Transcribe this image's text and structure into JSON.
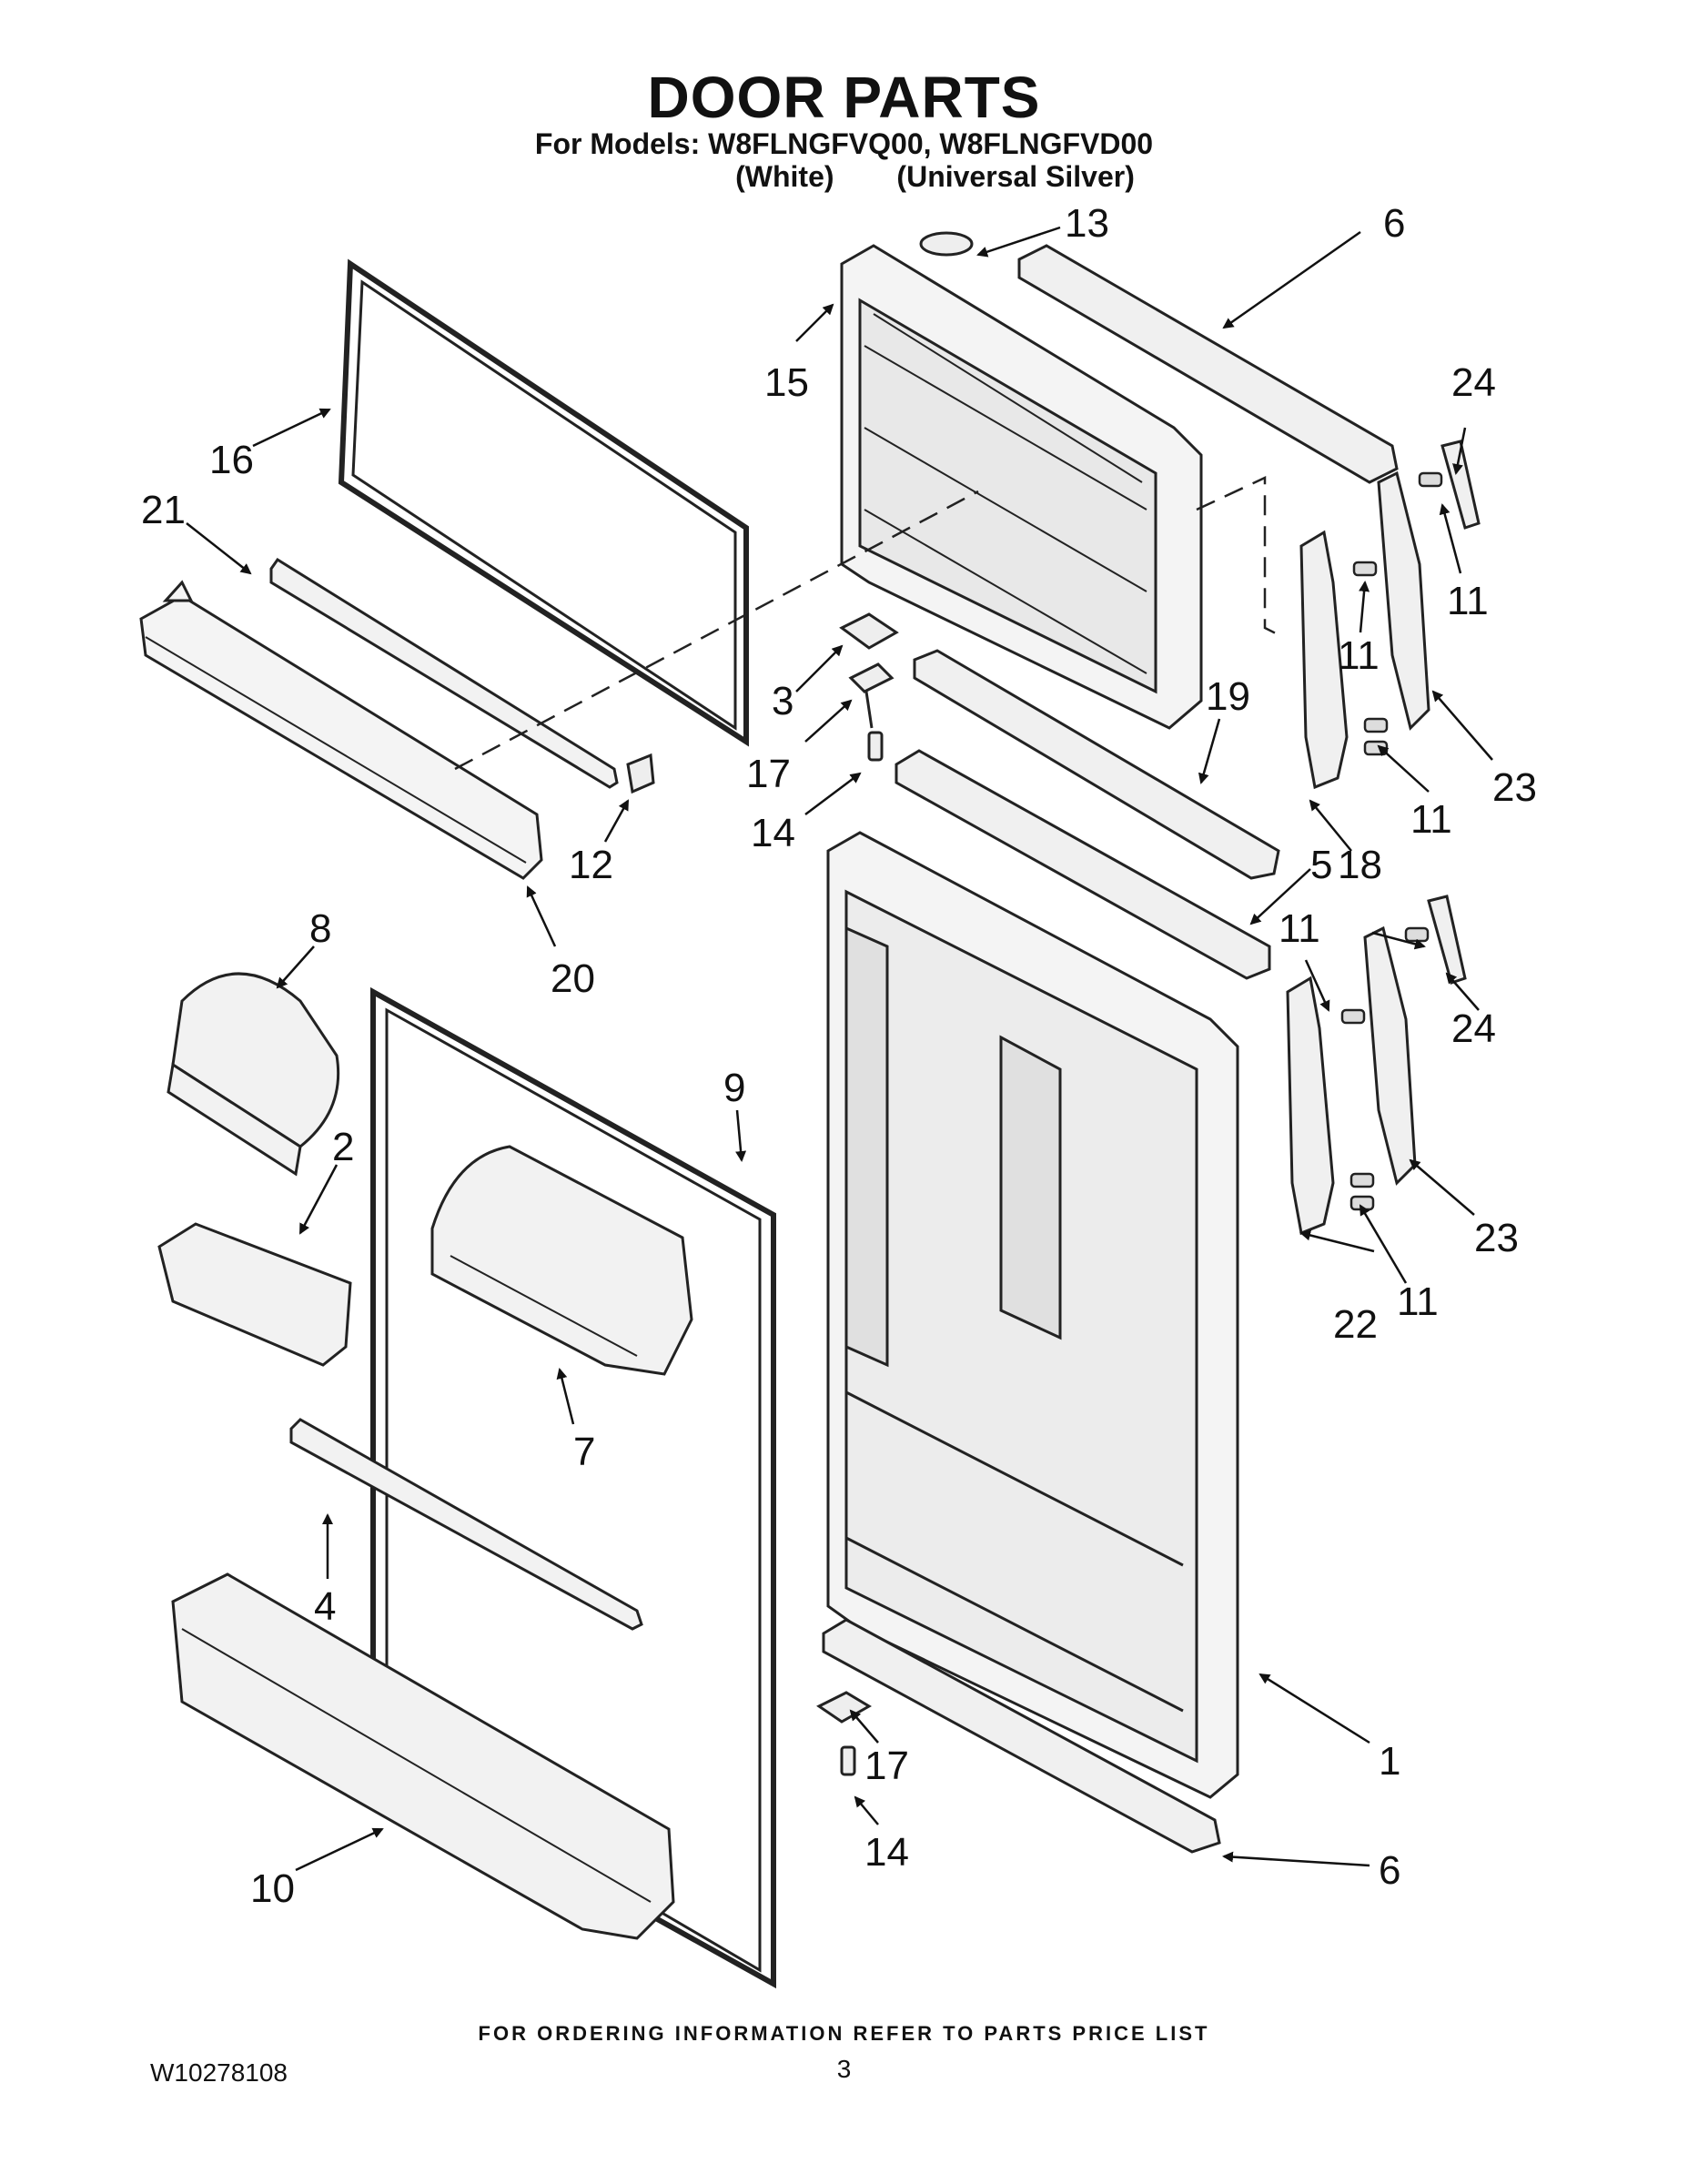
{
  "header": {
    "title": "DOOR PARTS",
    "models_line": "For Models: W8FLNGFVQ00, W8FLNGFVD00",
    "color_white": "(White)",
    "color_silver": "(Universal Silver)"
  },
  "callouts": {
    "c1": "1",
    "c2": "2",
    "c3": "3",
    "c4": "4",
    "c5": "5",
    "c6a": "6",
    "c6b": "6",
    "c7": "7",
    "c8": "8",
    "c9": "9",
    "c10": "10",
    "c11a": "11",
    "c11b": "11",
    "c11c": "11",
    "c11d": "11",
    "c11e": "11",
    "c12": "12",
    "c13": "13",
    "c14a": "14",
    "c14b": "14",
    "c15": "15",
    "c16": "16",
    "c17a": "17",
    "c17b": "17",
    "c18": "18",
    "c19": "19",
    "c20": "20",
    "c21": "21",
    "c22": "22",
    "c23a": "23",
    "c23b": "23",
    "c24a": "24",
    "c24b": "24"
  },
  "footer": {
    "ordering_note": "FOR ORDERING INFORMATION REFER TO PARTS PRICE LIST",
    "doc_number": "W10278108",
    "page_number": "3"
  }
}
